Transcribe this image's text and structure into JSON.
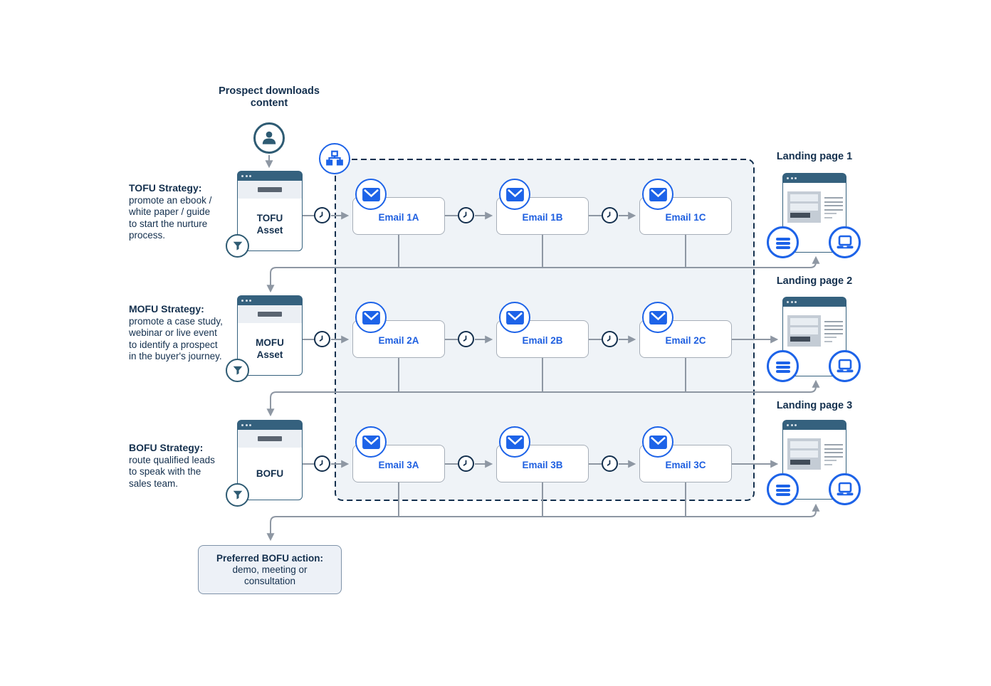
{
  "flow_title": "Prospect downloads content",
  "strategies": [
    {
      "heading": "TOFU Strategy:",
      "body": "promote an ebook / white paper / guide to start the nurture process."
    },
    {
      "heading": "MOFU Strategy:",
      "body": "promote a case study, webinar or live event to identify a prospect in the buyer's journey."
    },
    {
      "heading": "BOFU Strategy:",
      "body": "route qualified leads to speak with the sales team."
    }
  ],
  "assets": [
    {
      "label": "TOFU Asset"
    },
    {
      "label": "MOFU Asset"
    },
    {
      "label": "BOFU"
    }
  ],
  "email_rows": [
    {
      "emails": [
        {
          "label": "Email 1A"
        },
        {
          "label": "Email 1B"
        },
        {
          "label": "Email 1C"
        }
      ]
    },
    {
      "emails": [
        {
          "label": "Email 2A"
        },
        {
          "label": "Email 2B"
        },
        {
          "label": "Email 2C"
        }
      ]
    },
    {
      "emails": [
        {
          "label": "Email 3A"
        },
        {
          "label": "Email 3B"
        },
        {
          "label": "Email 3C"
        }
      ]
    }
  ],
  "landing_pages": [
    {
      "label": "Landing page 1"
    },
    {
      "label": "Landing page 2"
    },
    {
      "label": "Landing page 3"
    }
  ],
  "action_box": {
    "heading": "Preferred BOFU action:",
    "body": "demo, meeting or consultation"
  },
  "icons": {
    "person": "person-icon",
    "sitemap": "automation-sitemap-icon",
    "email": "envelope-icon",
    "clock": "delay-clock-icon",
    "filter": "funnel-filter-icon",
    "menu": "hamburger-menu-icon",
    "laptop": "laptop-icon",
    "window_dots": "window-dots-icon"
  },
  "colors": {
    "navy_text": "#14304e",
    "slate_header": "#35617e",
    "slate_icon": "#2e5b73",
    "accent_blue": "#1d63e8",
    "email_text_blue": "#1e5fe0",
    "connector_gray": "#8e97a3",
    "panel_fill": "#eff3f7",
    "action_fill": "#edf1f7"
  }
}
